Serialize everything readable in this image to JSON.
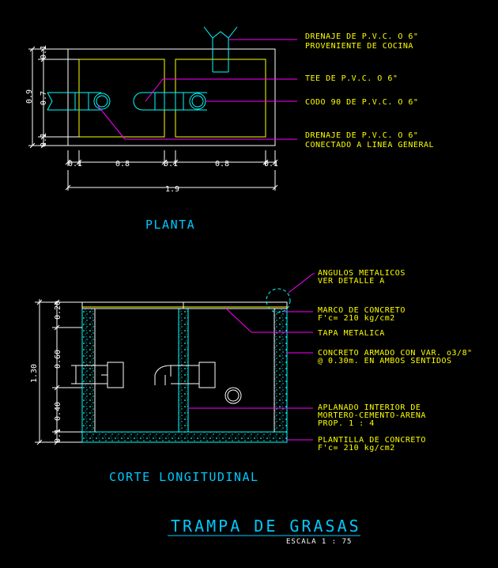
{
  "plan": {
    "title": "PLANTA",
    "labels": {
      "drain_in_1": "DRENAJE DE P.V.C. O 6\"",
      "drain_in_2": "PROVENIENTE DE COCINA",
      "tee": "TEE DE P.V.C. O 6\"",
      "elbow": "CODO 90 DE P.V.C. O 6\"",
      "drain_out_1": "DRENAJE DE P.V.C. O 6\"",
      "drain_out_2": "CONECTADO A LINEA GENERAL"
    },
    "dims": {
      "total_width": "1.9",
      "total_height": "0.9",
      "left_top": "0.1",
      "left_mid": "0.7",
      "left_bot": "0.1",
      "w1": "0.1",
      "w2": "0.8",
      "w3": "0.1",
      "w4": "0.8",
      "w5": "0.1"
    }
  },
  "section": {
    "title": "CORTE LONGITUDINAL",
    "labels": {
      "angles_1": "ANGULOS METALICOS",
      "angles_2": "VER DETALLE A",
      "frame_1": "MARCO DE CONCRETO",
      "frame_2": "F'c= 210  kg/cm2",
      "lid": "TAPA METALICA",
      "concrete_1": "CONCRETO ARMADO CON VAR. o3/8\"",
      "concrete_2": "@ 0.30m. EN AMBOS SENTIDOS",
      "plaster_1": "APLANADO INTERIOR DE",
      "plaster_2": "MORTERO-CEMENTO-ARENA",
      "plaster_3": "PROP.   1 : 4",
      "base_1": "PLANTILLA DE CONCRETO",
      "base_2": "F'c= 210  kg/cm2"
    },
    "dims": {
      "total_height": "1.30",
      "d1": "0.20",
      "d2": "0.60",
      "d3": "0.40",
      "d4": "0.1"
    }
  },
  "drawing": {
    "title": "TRAMPA  DE  GRASAS",
    "scale": "ESCALA    1 : 75"
  },
  "colors": {
    "background": "#000000",
    "annotation": "#ffff00",
    "leader": "#ff00ff",
    "pipe": "#00ffff",
    "dimension": "#ffffff",
    "title": "#00c8ff",
    "wall": "#00ffff"
  }
}
